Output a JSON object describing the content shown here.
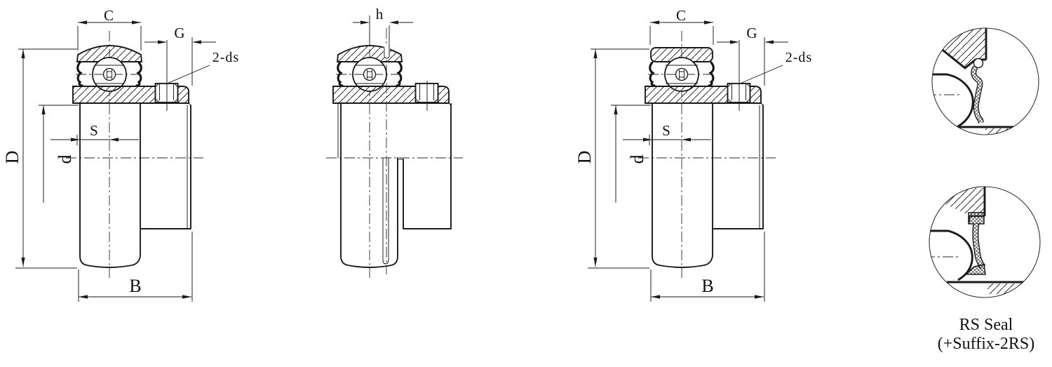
{
  "views": {
    "left": {
      "c": "C",
      "g": "G",
      "screw": "2-ds",
      "s": "S",
      "outer_diameter": "D",
      "bore_diameter": "d",
      "width": "B"
    },
    "middle": {
      "h": "h"
    },
    "right": {
      "c": "C",
      "g": "G",
      "screw": "2-ds",
      "s": "S",
      "outer_diameter": "D",
      "bore_diameter": "d",
      "width": "B"
    }
  },
  "seal_note": {
    "line1": "RS Seal",
    "line2": "(+Suffix-2RS)"
  },
  "colors": {
    "line": "#1a1a1a",
    "background": "#ffffff"
  }
}
